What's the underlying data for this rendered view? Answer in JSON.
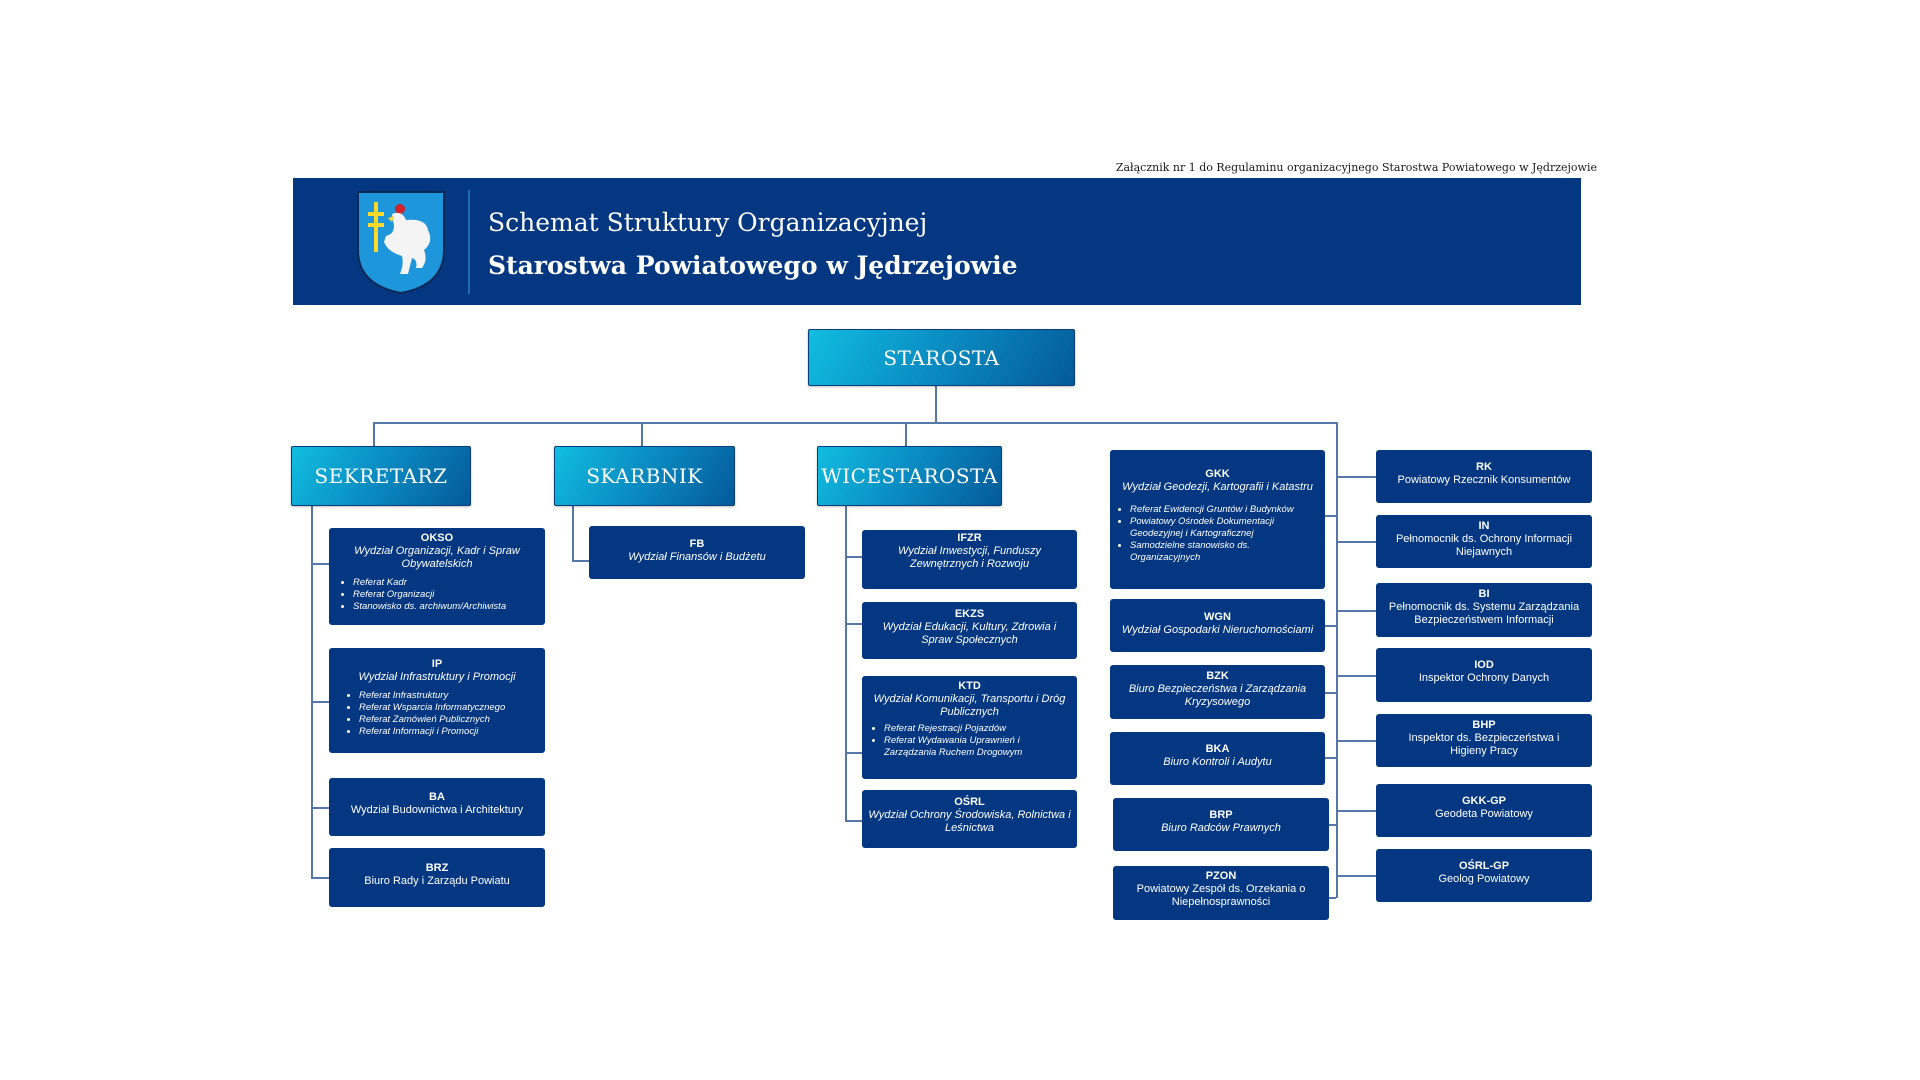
{
  "annotation": "Załącznik nr 1 do Regulaminu organizacyjnego Starostwa Powiatowego w Jędrzejowie",
  "header": {
    "title_line1": "Schemat Struktury Organizacyjnej",
    "title_line2": "Starostwa Powiatowego w Jędrzejowie",
    "crest_icon": "coat-of-arms-griffin-icon"
  },
  "colors": {
    "banner": "#033782",
    "box": "#033782",
    "lead_gradient_start": "#10bde0",
    "lead_gradient_end": "#045a9a",
    "connector": "#5577aa"
  },
  "top": {
    "label": "STAROSTA"
  },
  "leaders": [
    {
      "label": "SEKRETARZ"
    },
    {
      "label": "SKARBNIK"
    },
    {
      "label": "WICESTAROSTA"
    }
  ],
  "sekretarz_units": [
    {
      "code": "OKSO",
      "name": "Wydział Organizacji, Kadr i Spraw Obywatelskich",
      "items": [
        "Referat Kadr",
        "Referat Organizacji",
        "Stanowisko ds. archiwum/Archiwista"
      ]
    },
    {
      "code": "IP",
      "name": "Wydział Infrastruktury i Promocji",
      "items": [
        "Referat Infrastruktury",
        "Referat Wsparcia Informatycznego",
        "Referat Zamówień Publicznych",
        "Referat Informacji i Promocji"
      ]
    },
    {
      "code": "BA",
      "name": "Wydział Budownictwa i Architektury"
    },
    {
      "code": "BRZ",
      "name": "Biuro Rady i Zarządu Powiatu"
    }
  ],
  "skarbnik_units": [
    {
      "code": "FB",
      "name": "Wydział Finansów i Budżetu"
    }
  ],
  "wicestarosta_units": [
    {
      "code": "IFZR",
      "name": "Wydział Inwestycji, Funduszy Zewnętrznych i Rozwoju"
    },
    {
      "code": "EKZS",
      "name": "Wydział Edukacji, Kultury, Zdrowia i Spraw Społecznych"
    },
    {
      "code": "KTD",
      "name": "Wydział Komunikacji, Transportu i Dróg Publicznych",
      "items": [
        "Referat Rejestracji Pojazdów",
        "Referat Wydawania Uprawnień i Zarządzania Ruchem Drogowym"
      ]
    },
    {
      "code": "OŚRL",
      "name": "Wydział Ochrony Środowiska, Rolnictwa i Leśnictwa"
    }
  ],
  "starosta_units": [
    {
      "code": "GKK",
      "name": "Wydział Geodezji, Kartografii i Katastru",
      "items": [
        "Referat Ewidencji Gruntów i Budynków",
        "Powiatowy Ośrodek Dokumentacji Geodezyjnej i Kartograficznej",
        "Samodzielne stanowisko ds. Organizacyjnych"
      ]
    },
    {
      "code": "WGN",
      "name": "Wydział Gospodarki Nieruchomościami"
    },
    {
      "code": "BZK",
      "name": "Biuro Bezpieczeństwa i Zarządzania Kryzysowego"
    },
    {
      "code": "BKA",
      "name": "Biuro Kontroli i Audytu"
    },
    {
      "code": "BRP",
      "name": "Biuro Radców Prawnych"
    },
    {
      "code": "PZON",
      "name": "Powiatowy Zespół ds. Orzekania o Niepełnosprawności"
    }
  ],
  "starosta_posts": [
    {
      "code": "RK",
      "name": "Powiatowy Rzecznik Konsumentów"
    },
    {
      "code": "IN",
      "name": "Pełnomocnik ds. Ochrony Informacji Niejawnych"
    },
    {
      "code": "BI",
      "name": "Pełnomocnik ds. Systemu Zarządzania Bezpieczeństwem Informacji"
    },
    {
      "code": "IOD",
      "name": "Inspektor Ochrony Danych"
    },
    {
      "code": "BHP",
      "name": "Inspektor ds. Bezpieczeństwa i Higieny Pracy"
    },
    {
      "code": "GKK-GP",
      "name": "Geodeta Powiatowy"
    },
    {
      "code": "OŚRL-GP",
      "name": "Geolog Powiatowy"
    }
  ]
}
